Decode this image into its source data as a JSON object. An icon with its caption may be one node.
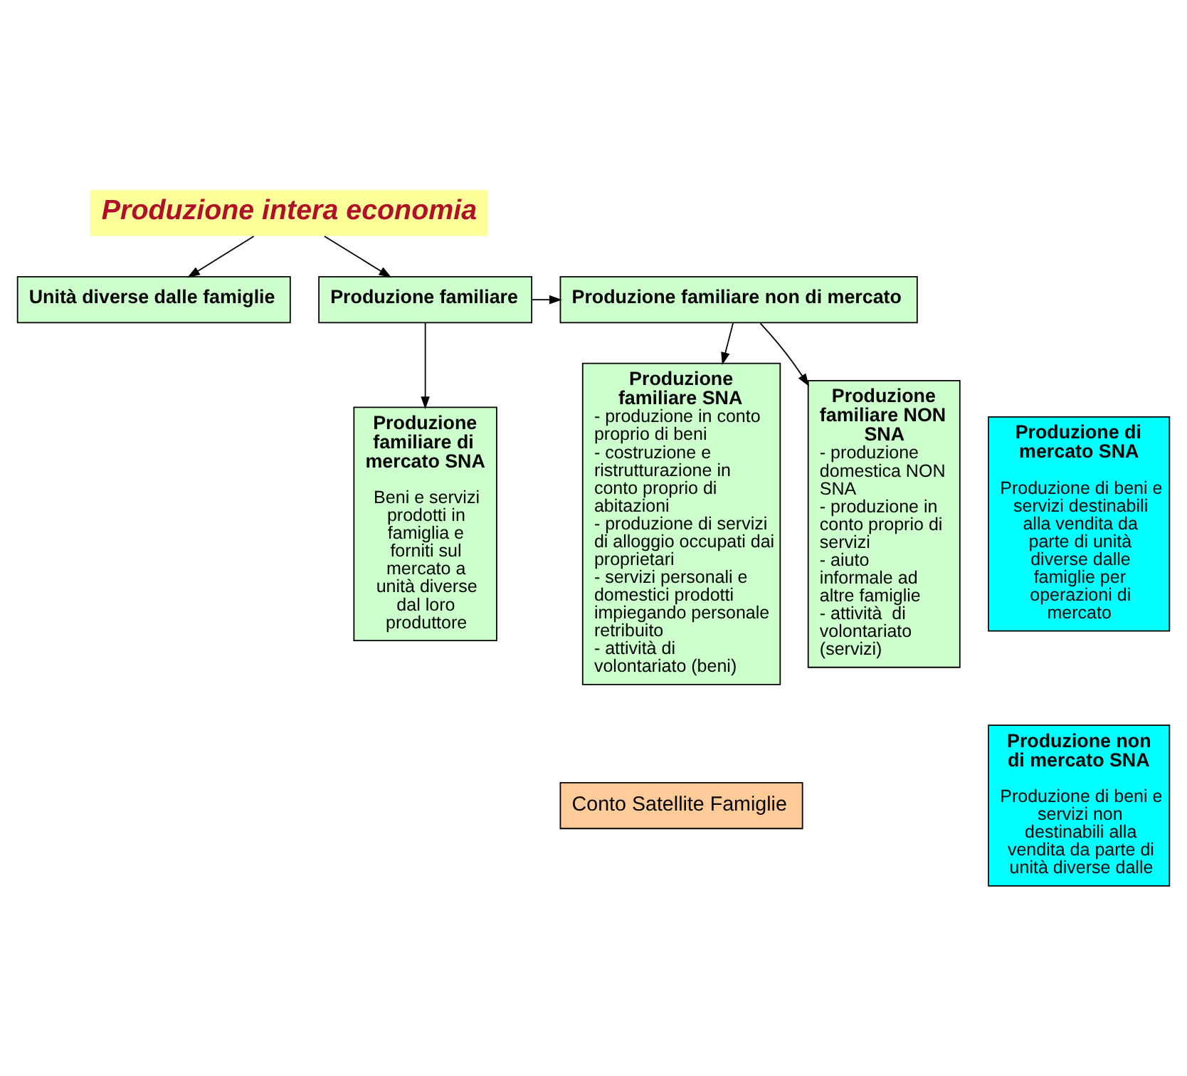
{
  "diagram": {
    "nodes": [
      {
        "text": [
          "Produzione intera economia"
        ]
      },
      {
        "text": [
          "Unità diverse dalle famiglie"
        ]
      },
      {
        "text": [
          "Produzione familiare"
        ]
      },
      {
        "text": [
          "Produzione familiare non di mercato"
        ]
      },
      {
        "text": [
          "Produzione di mercato SNA",
          "Produzione di beni e servizi destinabili alla vendita da parte di unità diverse dalle famiglie per operazioni di mercato"
        ]
      },
      {
        "text": [
          "Produzione non di mercato SNA",
          "Produzione di beni e servizi non destinabili alla vendita da parte di unità diverse dalle"
        ]
      },
      {
        "text": [
          "Produzione familiare di mercato SNA",
          "Beni e servizi prodotti in famiglia e forniti sul mercato a unità diverse dal loro produttore"
        ]
      },
      {
        "text": [
          "Produzione familiare SNA",
          "- produzione in conto proprio di beni - costruzione e ristrutturazione in conto proprio di abitazioni - produzione di servizi di alloggio occupati dai proprietari - servizi personali e domestici prodotti impiegando personale retribuito - attività di volontariato (beni)"
        ]
      },
      {
        "text": [
          "Produzione familiare NON SNA",
          "- produzione domestica NON SNA - produzione in conto proprio di servizi - aiuto informale ad altre famiglie - attività  di volontariato (servizi)"
        ]
      },
      {
        "text": [
          "Conto Satellite Famiglie"
        ]
      }
    ],
    "edges": [
      {
        "from": 0,
        "to": 1,
        "arrow": "to"
      },
      {
        "from": 0,
        "to": 2,
        "arrow": "to"
      },
      {
        "from": 2,
        "to": 3,
        "arrow": "to"
      },
      {
        "from": 2,
        "to": 6,
        "arrow": "to"
      },
      {
        "from": 3,
        "to": 7,
        "arrow": "to"
      },
      {
        "from": 3,
        "to": 8,
        "arrow": "to"
      }
    ]
  }
}
